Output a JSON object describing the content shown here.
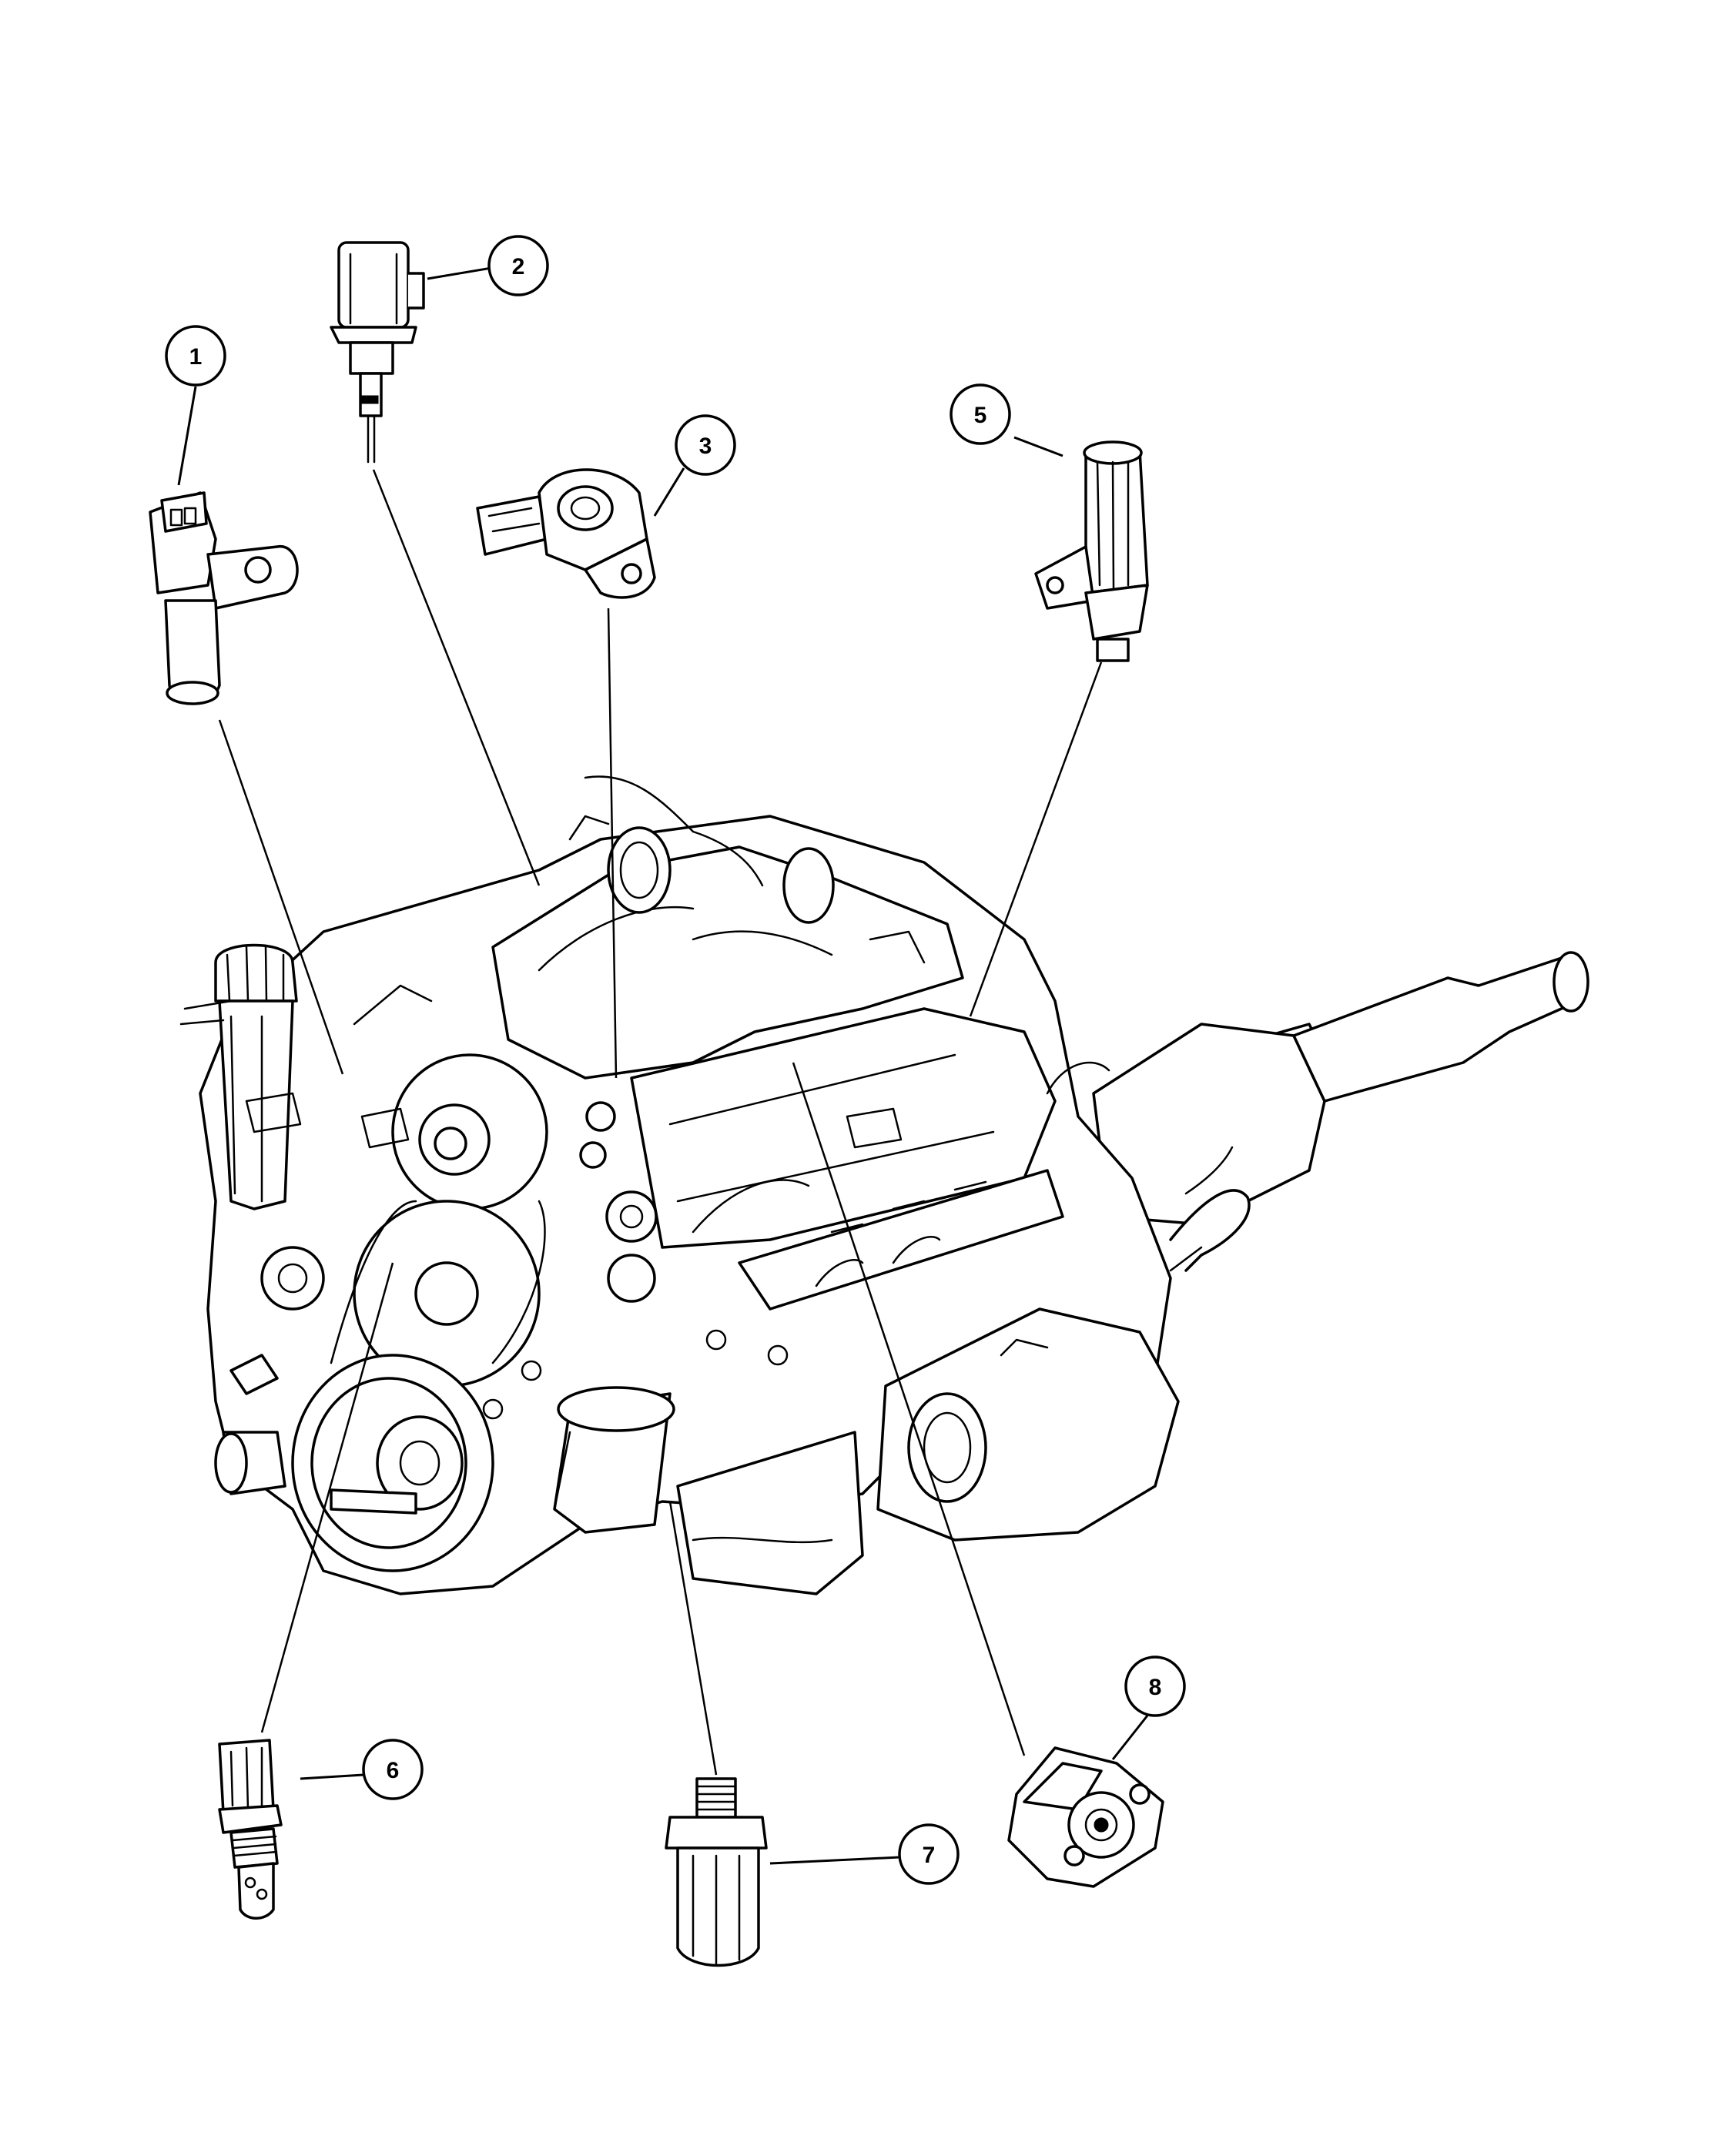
{
  "callouts": [
    {
      "id": "1",
      "label": "1"
    },
    {
      "id": "2",
      "label": "2"
    },
    {
      "id": "3",
      "label": "3"
    },
    {
      "id": "5",
      "label": "5"
    },
    {
      "id": "6",
      "label": "6"
    },
    {
      "id": "7",
      "label": "7"
    },
    {
      "id": "8",
      "label": "8"
    }
  ]
}
